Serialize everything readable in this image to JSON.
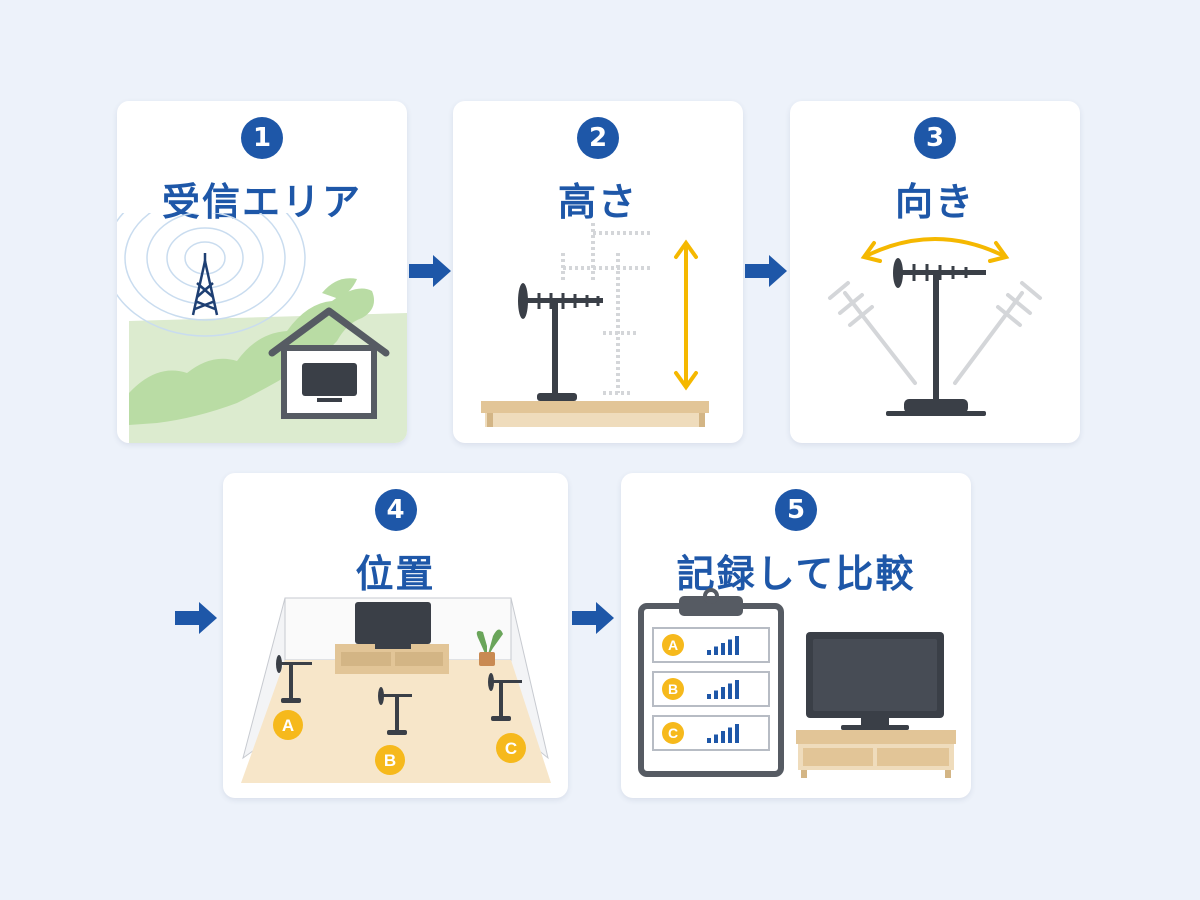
{
  "steps": [
    {
      "number": "1",
      "title": "受信エリア"
    },
    {
      "number": "2",
      "title": "高さ"
    },
    {
      "number": "3",
      "title": "向き"
    },
    {
      "number": "4",
      "title": "位置"
    },
    {
      "number": "5",
      "title": "記録して比較"
    }
  ],
  "positions": {
    "a": "A",
    "b": "B",
    "c": "C"
  },
  "records": [
    {
      "label": "A",
      "signal_bars": 5
    },
    {
      "label": "B",
      "signal_bars": 5
    },
    {
      "label": "C",
      "signal_bars": 5
    }
  ],
  "colors": {
    "accent_blue": "#1e57a8",
    "arrow_yellow": "#f5b800",
    "badge_yellow": "#f6b91c",
    "map_green": "#b9dca4",
    "wood": "#e2c597",
    "dark_device": "#3a3f47"
  }
}
